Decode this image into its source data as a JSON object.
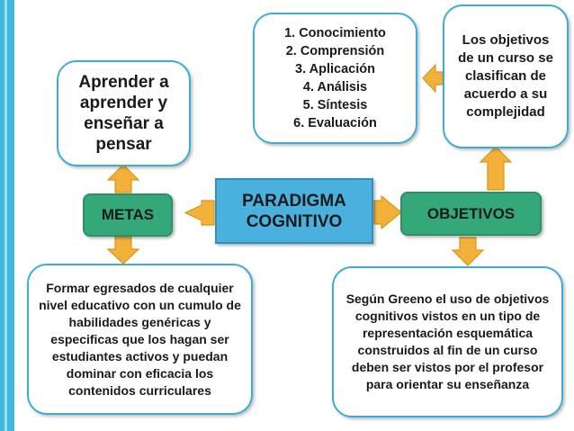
{
  "center": {
    "line1": "PARADIGMA",
    "line2": "COGNITIVO"
  },
  "metas": {
    "label": "METAS"
  },
  "objetivos": {
    "label": "OBJETIVOS"
  },
  "aprender": {
    "text": "Aprender a aprender y enseñar a pensar"
  },
  "clasificacion": {
    "items": [
      "1.   Conocimiento",
      "2.   Comprensión",
      "3.   Aplicación",
      "4.   Análisis",
      "5.   Síntesis",
      "6.   Evaluación"
    ]
  },
  "complejidad": {
    "text": "Los objetivos de un curso se clasifican de acuerdo a su complejidad"
  },
  "egresados": {
    "text": "Formar egresados de cualquier nivel educativo con un cumulo de habilidades genéricas y especificas que los hagan ser estudiantes activos y puedan dominar con eficacia los contenidos curriculares"
  },
  "greeno": {
    "text": "Según Greeno el uso de objetivos cognitivos vistos en un tipo de representación esquemática construidos al fin de un curso deben ser vistos por el profesor para orientar su enseñanza"
  },
  "colors": {
    "box_border": "#3aaed8",
    "pill_fill": "#35a87a",
    "center_fill": "#4ab1de",
    "arrow_fill": "#f2b23a",
    "arrow_stroke": "#d9951a",
    "side_bar": "#3fb8dc"
  }
}
